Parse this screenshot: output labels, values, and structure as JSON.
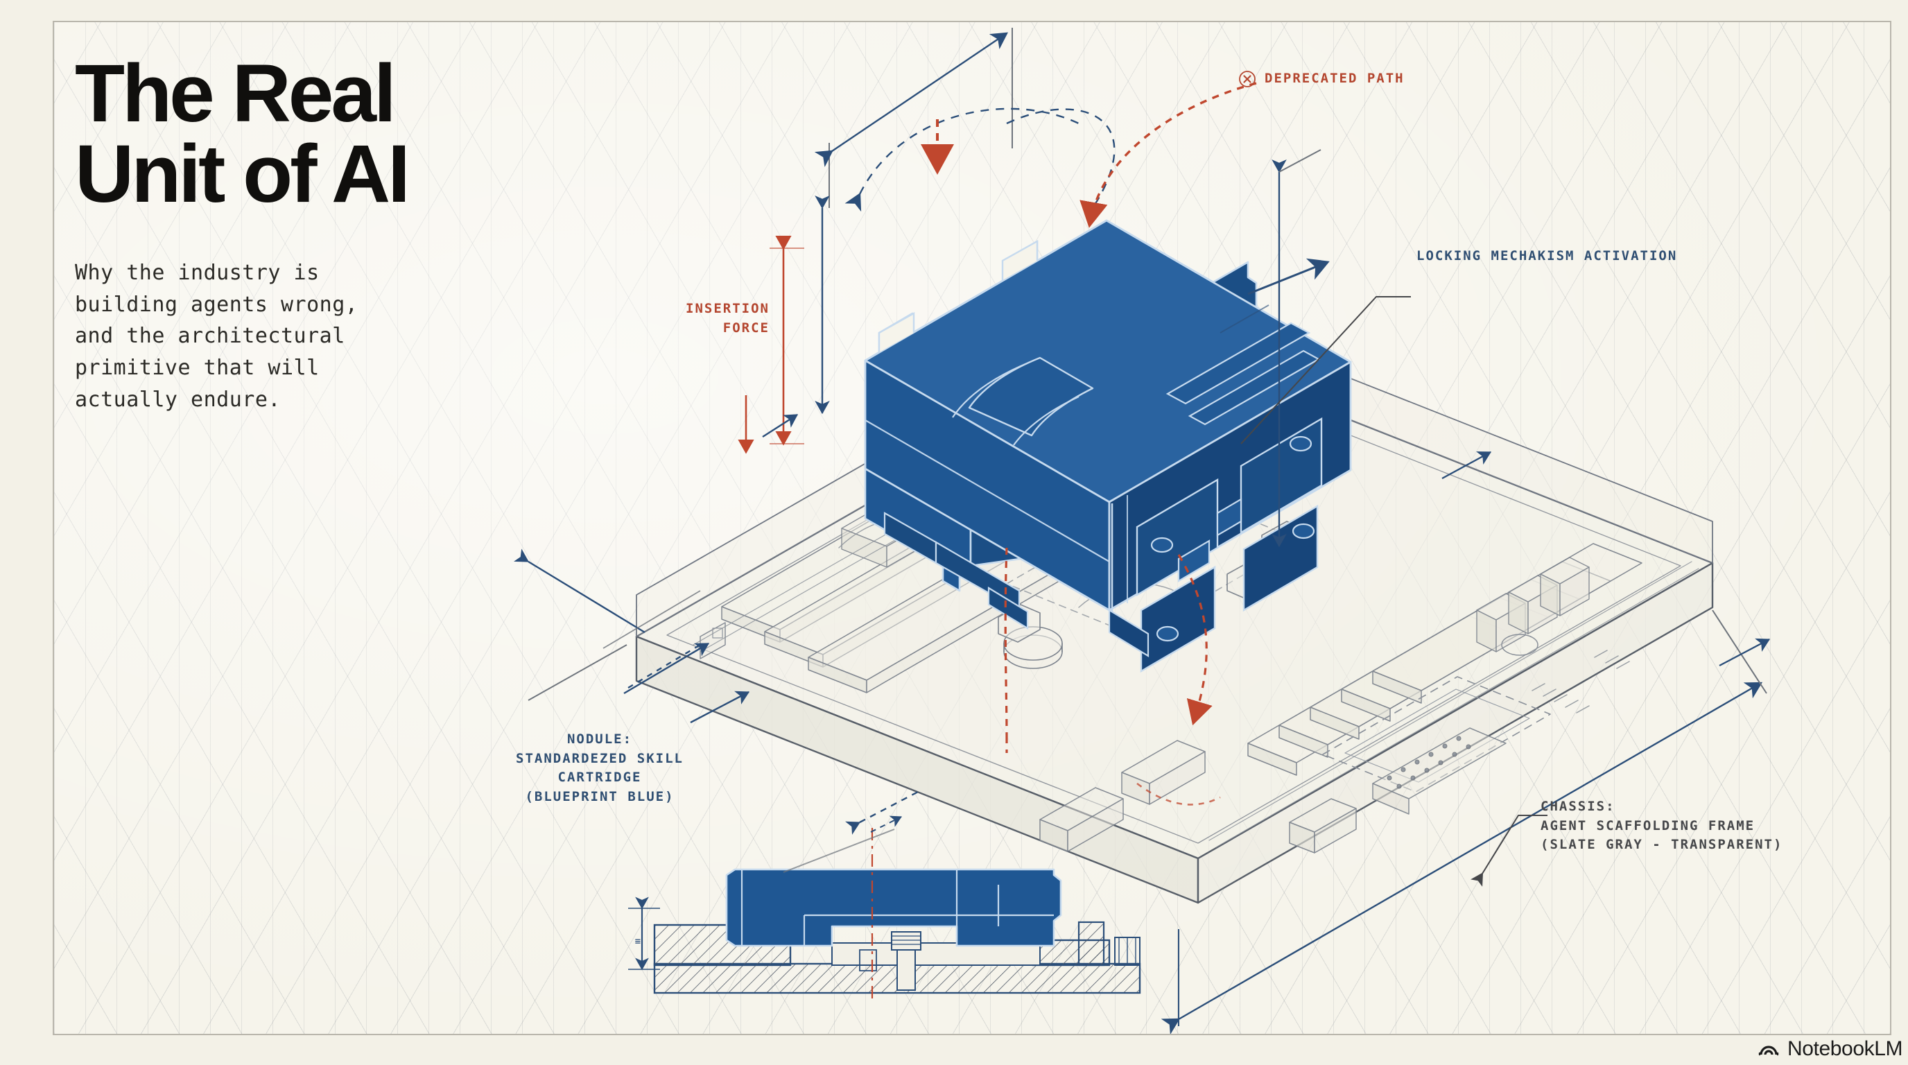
{
  "page": {
    "background_color": "#F3F1E7",
    "paper_color": "#F6F4EB",
    "frame_color": "#B9B6AC"
  },
  "headline": {
    "title": "The Real\nUnit of AI",
    "subtitle": "Why the industry is\nbuilding agents wrong,\nand the architectural\nprimitive that will\nactually endure."
  },
  "colors": {
    "blueprint_blue": "#1F5793",
    "nodule_light_edge": "#BBD2E8",
    "dimension_blue": "#2B4E79",
    "annotation_red": "#C0472E",
    "chassis_gray": "#6E747C",
    "label_blue": "#2F4E72",
    "text_dark": "#100F0D"
  },
  "annotations": {
    "deprecated": {
      "label": "DEPRECATED PATH",
      "icon": "circle-x-icon",
      "color": "#B4462F"
    },
    "locking": {
      "label": "LOCKING MECHAKISM ACTIVATION",
      "color": "#2F4E72"
    },
    "insertion_force": {
      "label": "INSERTION\nFORCE",
      "color": "#B4462F"
    },
    "nodule": {
      "label": "NODULE:\nSTANDARDEZED SKILL\nCARTRIDGE\n(BLUEPRINT BLUE)",
      "color": "#2F4E72"
    },
    "chassis": {
      "label": "CHASSIS:\nAGENT SCAFFOLDING FRAME\n(SLATE GRAY - TRANSPARENT)",
      "color": "#46474A"
    }
  },
  "diagram": {
    "type": "isometric-exploded-assembly",
    "components": [
      {
        "name": "nodule",
        "description": "Blueprint-blue skill cartridge, isometric block with latch panels and grip recesses",
        "color": "#1F5793"
      },
      {
        "name": "chassis",
        "description": "Transparent slate-gray agent scaffolding frame resembling a motherboard tray with expansion slots, sockets, pin header and CPU landing zone",
        "color": "#6E747C"
      },
      {
        "name": "cross-section",
        "description": "Bottom orthographic section view of nodule seated in hatched chassis with centerline and height dimension"
      }
    ],
    "arrows": [
      {
        "name": "insertion-force-arrow",
        "style": "solid",
        "color": "#B4462F",
        "meaning": "insertion force"
      },
      {
        "name": "drop-in-arrow",
        "style": "dashed",
        "color": "#C0472E",
        "meaning": "deprecated path"
      },
      {
        "name": "rotation-arc",
        "style": "dashed",
        "color": "#2B4E79",
        "meaning": "alignment arc"
      },
      {
        "name": "dimension-line",
        "style": "solid-double-arrow",
        "color": "#2B4E79",
        "meaning": "overall dimensions"
      }
    ]
  },
  "footer": {
    "brand": "NotebookLM",
    "icon": "notebooklm-spiral-icon"
  }
}
